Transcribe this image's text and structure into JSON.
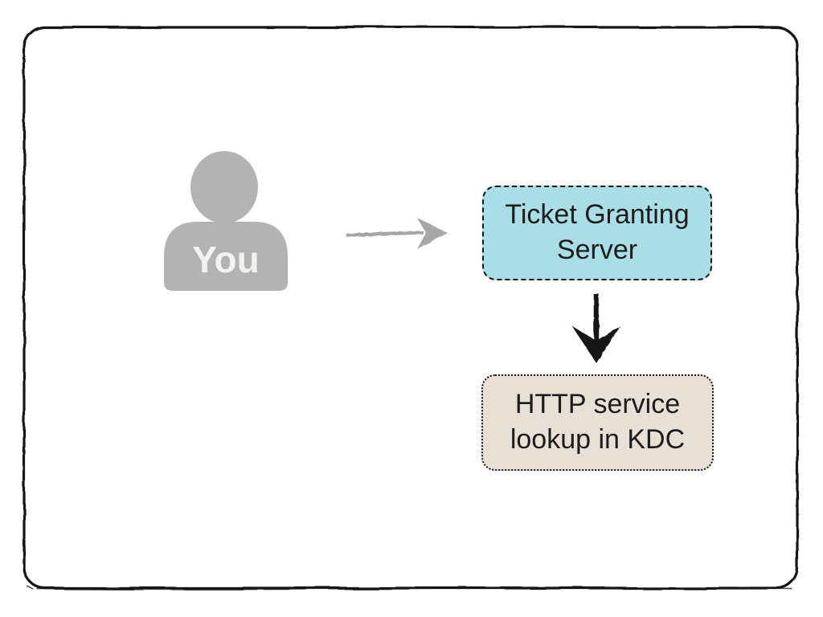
{
  "diagram": {
    "person": {
      "label": "You",
      "color": "#b3b3b3",
      "label_color": "#f2f2ef"
    },
    "nodes": [
      {
        "id": "ticket-granting-server",
        "label": "Ticket Granting Server",
        "fill": "#aadee7",
        "border_color": "#131313",
        "border_style": "dashed"
      },
      {
        "id": "http-service-lookup-kdc",
        "label": "HTTP service lookup in KDC",
        "fill": "#e8e0d5",
        "border_color": "#131313",
        "border_style": "dotted"
      }
    ],
    "edges": [
      {
        "from": "You",
        "to": "Ticket Granting Server",
        "direction": "right",
        "color": "#a6a6a6",
        "style": "sketchy"
      },
      {
        "from": "Ticket Granting Server",
        "to": "HTTP service lookup in KDC",
        "direction": "down",
        "color": "#131313",
        "style": "sketchy"
      }
    ],
    "frame": {
      "color": "#131313",
      "style": "hand-drawn rounded rectangle"
    },
    "background": "#ffffff",
    "text_color": "#1c1c1c"
  }
}
